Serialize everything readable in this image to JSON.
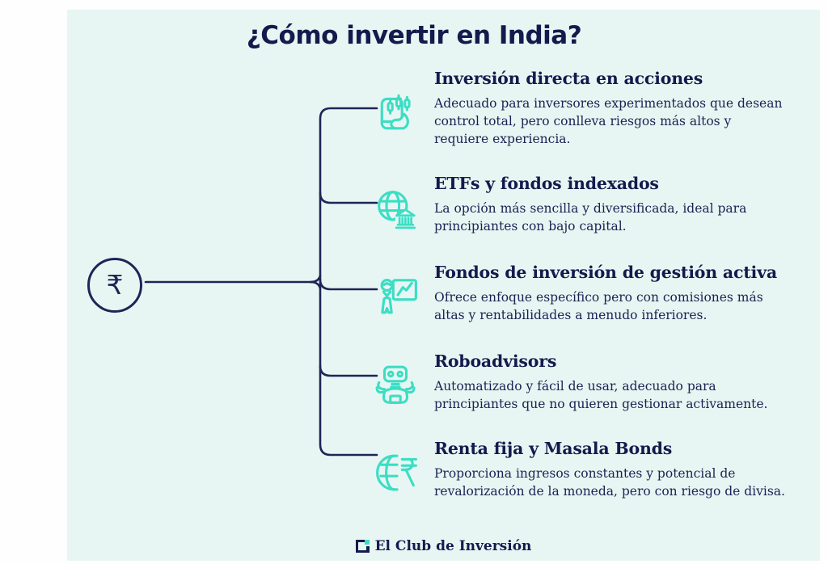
{
  "title": "¿Cómo invertir en India?",
  "center": {
    "icon": "rupee-circle-icon",
    "symbol": "₹"
  },
  "branches": [
    {
      "icon": "phone-trading-icon",
      "title": "Inversión directa en acciones",
      "description": "Adecuado para inversores experimentados que desean control total, pero conlleva riesgos más altos y requiere experiencia."
    },
    {
      "icon": "globe-bank-icon",
      "title": "ETFs y fondos indexados",
      "description": "La opción más sencilla y diversificada, ideal para principiantes con bajo capital."
    },
    {
      "icon": "advisor-presentation-icon",
      "title": "Fondos de inversión de gestión activa",
      "description": "Ofrece enfoque específico pero con comisiones más altas y rentabilidades a menudo inferiores."
    },
    {
      "icon": "robot-icon",
      "title": "Roboadvisors",
      "description": "Automatizado y fácil de usar, adecuado para principiantes que no quieren gestionar activamente."
    },
    {
      "icon": "globe-rupee-icon",
      "title": "Renta fija y Masala Bonds",
      "description": "Proporciona ingresos constantes y potencial de revalorización de la moneda, pero con riesgo de divisa."
    }
  ],
  "footer": {
    "brand": "El Club de Inversión",
    "logo_icon": "club-inversion-logo-icon"
  },
  "colors": {
    "background_panel": "#e8f6f3",
    "navy_text": "#131b4d",
    "line_navy": "#1e2557",
    "teal_accent": "#3bdec4"
  }
}
